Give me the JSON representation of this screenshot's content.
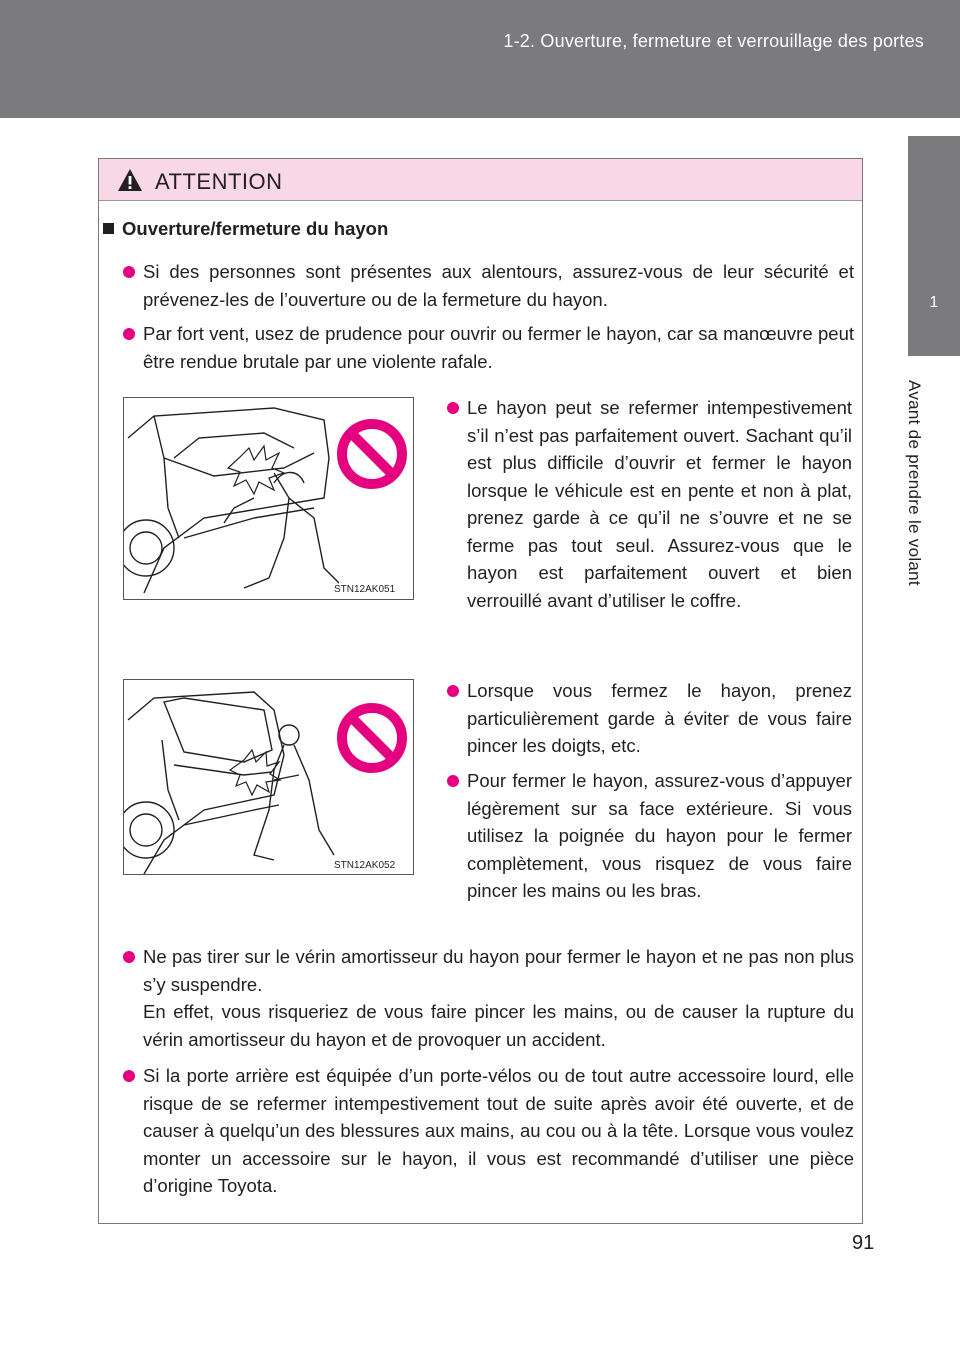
{
  "header": {
    "section_title": "1-2. Ouverture, fermeture et verrouillage des portes"
  },
  "side_tab": {
    "chapter_number": "1",
    "chapter_title": "Avant de prendre le volant"
  },
  "page_number": "91",
  "warning": {
    "title": "ATTENTION",
    "section_heading": "Ouverture/fermeture du hayon",
    "bullets": [
      "Si des personnes sont présentes aux alentours, assurez-vous de leur sécurité et prévenez-les de l’ouverture ou de la fermeture du hayon.",
      "Par fort vent, usez de prudence pour ouvrir ou fermer le hayon, car sa manœuvre peut être rendue brutale par une violente rafale.",
      "Le hayon peut se refermer intempestivement s’il n’est pas parfaitement ouvert. Sachant qu’il est plus difficile d’ouvrir et fermer le hayon lorsque le véhicule est en pente et non à plat, prenez garde à ce qu’il ne s’ouvre et ne se ferme pas tout seul. Assurez-vous que le hayon est parfaitement ouvert et bien verrouillé avant d’utiliser le coffre.",
      "Lorsque vous fermez le hayon, prenez particulièrement garde à éviter de vous faire pincer les doigts, etc.",
      "Pour fermer le hayon, assurez-vous d’appuyer légèrement sur sa face extérieure. Si vous utilisez la poignée du hayon pour le fermer complètement, vous risquez de vous faire pincer les mains ou les bras.",
      "Ne pas tirer sur le vérin amortisseur du hayon pour fermer le hayon et ne pas non plus s’y suspendre.",
      "En effet, vous risqueriez de vous faire pincer les mains, ou de causer la rupture du vérin amortisseur du hayon et de provoquer un accident.",
      "Si la porte arrière est équipée d’un porte-vélos ou de tout autre accessoire lourd, elle risque de se refermer intempestivement tout de suite après avoir été ouverte, et de causer à quelqu’un des blessures aux mains, au cou ou à la tête. Lorsque vous voulez monter un accessoire sur le hayon, il vous est recommandé d’utiliser une pièce d’origine Toyota."
    ]
  },
  "illustrations": [
    {
      "code": "STN12AK051",
      "icon": "prohibited-icon"
    },
    {
      "code": "STN12AK052",
      "icon": "prohibited-icon"
    }
  ],
  "colors": {
    "header_band": "#7b7b7d",
    "warning_header_bg": "#f8d7e6",
    "bullet": "#e4007f",
    "prohibited": "#e4007f"
  }
}
